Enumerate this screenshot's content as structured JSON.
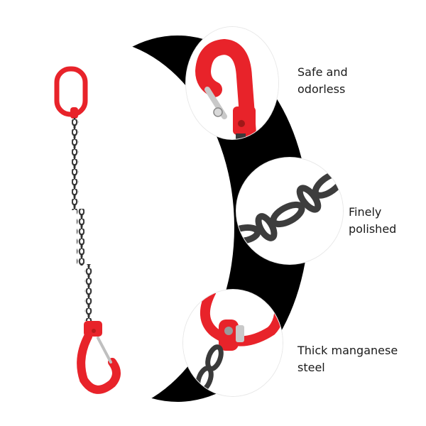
{
  "features": [
    {
      "label": "Safe and\nodorless"
    },
    {
      "label": "Finely\npolished"
    },
    {
      "label": "Thick manganese\nsteel"
    }
  ],
  "colors": {
    "accent_red": "#e8232a",
    "chain_dark": "#3a3a3a",
    "backdrop_black": "#000000"
  },
  "icons": {
    "hook": "sling-hook-icon",
    "ring": "master-link-icon",
    "chain": "chain-link-icon"
  }
}
